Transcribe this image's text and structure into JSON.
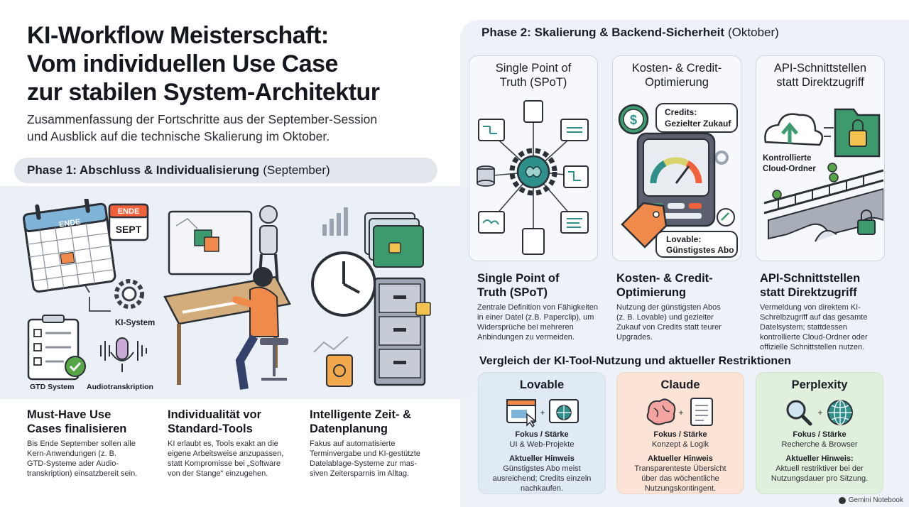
{
  "header": {
    "title": "KI-Workflow Meisterschaft:\nVom individuellen Use Case\nzur stabilen System-Architektur",
    "subtitle": "Zusammenfassung der Fortschritte aus der September-Session\nund Ausblick auf die technische Skalierung im Oktober."
  },
  "phase1": {
    "bar_bold": "Phase 1: Abschluss & Individualisierung",
    "bar_rest": "(September)",
    "illustration_labels": {
      "calendar_badge_top": "ENDE",
      "calendar_badge_bottom": "SEPT",
      "calendar_strip": "ENDE",
      "ki_system": "KI-System",
      "gtd_system": "GTD System",
      "audio": "Audiotranskription"
    },
    "columns": [
      {
        "heading": "Must-Have Use\nCases finalisieren",
        "text": "Bis Ende September sollen alle\nKern-Anwendungen (z. B.\nGTD-Systeme ader Audio-\ntranskription) einsatzbereit sein."
      },
      {
        "heading": "Individualität vor\nStandard-Tools",
        "text": "KI erlaubt es, Tools exakt an die\neigene Arbeitsweise anzupassen,\nstatt Kompromisse bei „Software\nvon der Stange“ einzugehen."
      },
      {
        "heading": "Intelligente Zeit- &\nDatenplanung",
        "text": "Fakus auf automatisierte\nTerminvergabe und KI-gestützte\nDatelablage-Systeme zur mas-\nsiven Zeitersparnis im Alltag."
      }
    ]
  },
  "phase2": {
    "bar_bold": "Phase 2: Skalierung & Backend-Sicherheit",
    "bar_rest": "(Oktober)",
    "cards": [
      {
        "title": "Single Point of\nTruth (SPoT)"
      },
      {
        "title": "Kosten- & Credit-\nOptimierung",
        "bubble_top": "Credits:\nGezielter Zukauf",
        "bubble_bottom": "Lovable:\nGünstigstes Abo"
      },
      {
        "title": "API-Schnittstellen\nstatt Direktzugriff",
        "cloud_label": "Kontrollierte\nCloud-Ordner"
      }
    ],
    "columns": [
      {
        "heading": "Single Point of\nTruth (SPoT)",
        "text": "Zentrale Definition von Fähigkeiten\nin einer Datel (z.B. Paperclip), um\nWidersprüche bei mehreren\nAnbindungen zu vermeiden."
      },
      {
        "heading": "Kosten- & Credit-\nOptimierung",
        "text": "Nutzung der günstigsten Abos\n(z. B. Lovable) und gezieiter\nZukauf von Credits statt teurer\nUpgrades."
      },
      {
        "heading": "API-Schnittstellen\nstatt Direktzugriff",
        "text": "Vermeldung von direktem KI-\nSchrelbzugriff auf das gesamte\nDatelsystem; stattdessen\nkontrollierte Cloud-Ordner oder\noffizielle Schnittstellen nutzen."
      }
    ]
  },
  "comparison": {
    "title": "Vergleich der KI-Tool-Nutzung und aktueller Restriktionen",
    "tools": [
      {
        "name": "Lovable",
        "focus_label": "Fokus / Stärke",
        "focus": "UI & Web-Projekte",
        "hint_label": "Aktueller Hinweis",
        "hint": "Günstigstes Abo meist\nausreichend; Credits einzeln\nnachkaufen.",
        "bg": "#dfeaf4"
      },
      {
        "name": "Claude",
        "focus_label": "Fokus / Stärke",
        "focus": "Konzept & Logik",
        "hint_label": "Aktueller Hinweis",
        "hint": "Transparenteste Übersicht\nüber das wöchentliche\nNutzungskontingent.",
        "bg": "#fbe3d6"
      },
      {
        "name": "Perplexity",
        "focus_label": "Fokus / Stärke",
        "focus": "Recherche & Browser",
        "hint_label": "Aktueller Hinweis:",
        "hint": "Aktuell restriktiver bei der\nNutzungsdauer pro Sitzung.",
        "bg": "#e1efdd"
      }
    ]
  },
  "footer": {
    "brand": "Gemini Notebook"
  },
  "colors": {
    "accent_orange": "#f08a4b",
    "accent_teal": "#2f8f8a",
    "accent_green": "#56a648",
    "ink": "#1a1d24"
  }
}
